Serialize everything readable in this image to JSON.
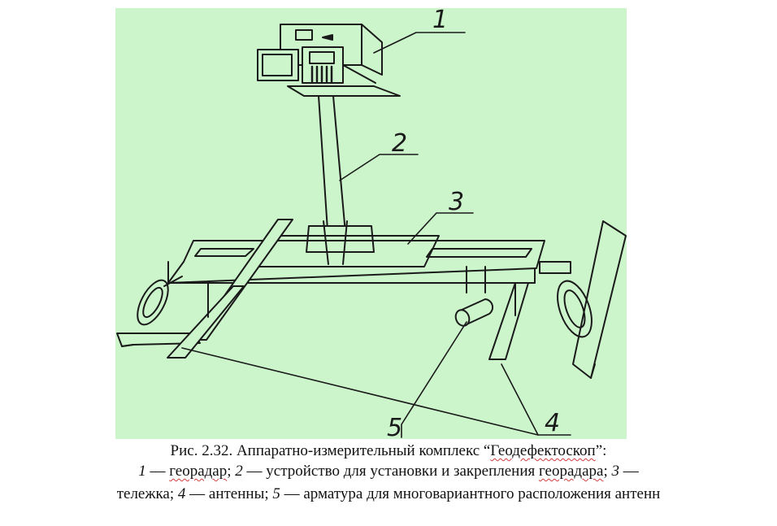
{
  "figure": {
    "background": "#ccf5cc",
    "line_color": "#1a1a1a",
    "labels": {
      "l1": "1",
      "l2": "2",
      "l3": "3",
      "l4": "4",
      "l5": "5"
    }
  },
  "caption": {
    "line1_prefix": "Рис. 2.32. Аппаратно-измерительный комплекс “",
    "line1_name": "Геодефектоскоп",
    "line1_suffix": "”:",
    "line2": {
      "n1": "1",
      "t1": " — ",
      "w1": "георадар",
      "t1b": "; ",
      "n2": "2",
      "t2": " — устройство для установки и закрепления ",
      "w2": "георадара",
      "t2b": "; ",
      "n3": "3",
      "t3": " —"
    },
    "line3": {
      "t0": "тележка; ",
      "n4": "4",
      "t4": " — антенны; ",
      "n5": "5",
      "t5": " — арматура для многовариантного расположения антенн"
    }
  }
}
